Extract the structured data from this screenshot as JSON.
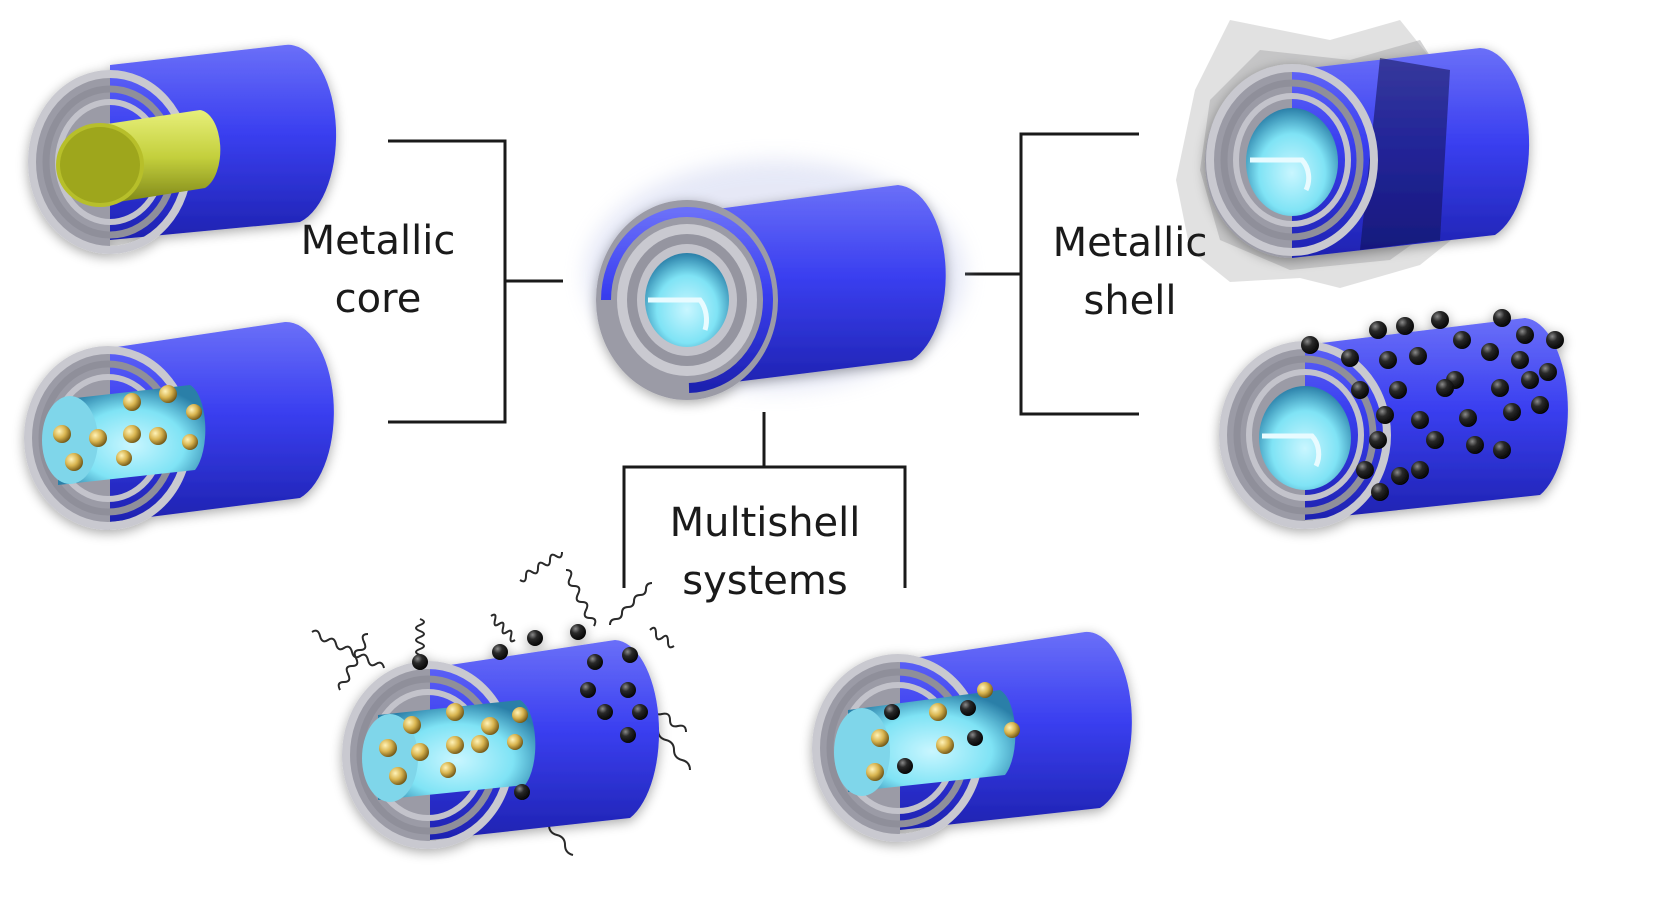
{
  "labels": {
    "metallic_core": [
      "Metallic",
      "core"
    ],
    "metallic_shell": [
      "Metallic",
      "shell"
    ],
    "multishell": [
      "Multishell",
      "systems"
    ]
  },
  "colors": {
    "tube_blue": "#3a3ff0",
    "tube_blue_dark": "#1f23b8",
    "shell_grey": "#a9a9b2",
    "inner_cyan": "#7fe3f5",
    "metal_core_yellow": "#b5c13a",
    "gold_particle": "#d9b550",
    "black_particle": "#151515",
    "bracket_line": "#1a1a1a"
  },
  "icons": [
    "nanotube-center-icon",
    "nanotube-metal-core-rod-icon",
    "nanotube-metal-particles-inside-icon",
    "nanotube-metal-shell-coated-icon",
    "nanotube-metal-particles-outside-icon",
    "nanotube-multishell-polymer-icon",
    "nanotube-multishell-particles-icon"
  ]
}
